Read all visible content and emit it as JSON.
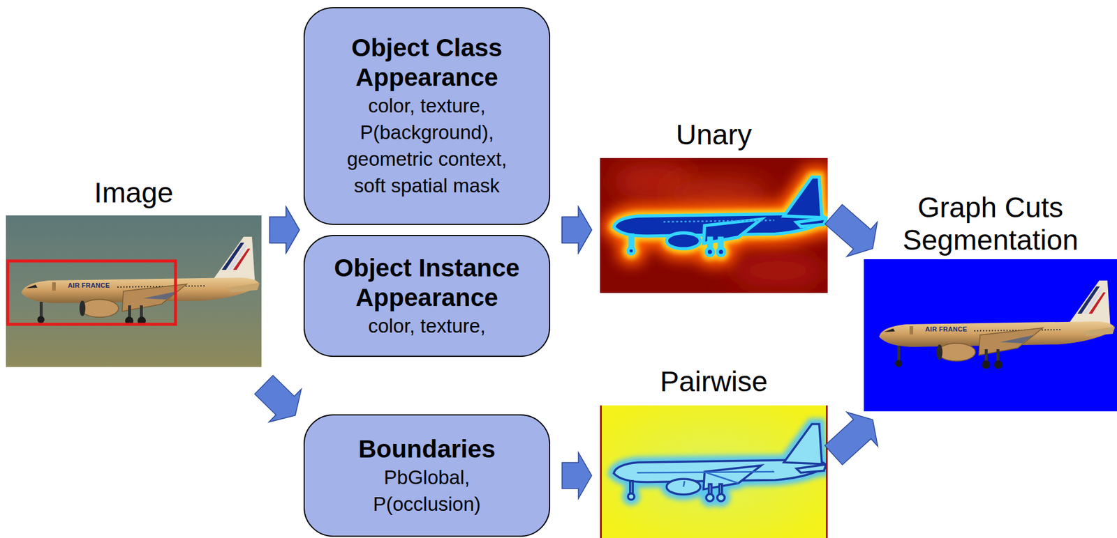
{
  "diagram": {
    "nodes": [
      {
        "text": [
          "Image"
        ]
      },
      {
        "text": [
          "Object Class Appearance",
          "color, texture, P(background), geometric context, soft spatial mask"
        ]
      },
      {
        "text": [
          "Object Instance Appearance",
          "color, texture,"
        ]
      },
      {
        "text": [
          "Boundaries",
          "PbGlobal, P(occlusion)"
        ]
      },
      {
        "text": [
          "Unary"
        ]
      },
      {
        "text": [
          "Pairwise"
        ]
      },
      {
        "text": [
          "Graph Cuts Segmentation"
        ]
      }
    ],
    "edges": [
      {
        "from": 0,
        "to": 1,
        "arrow": "to"
      },
      {
        "from": 0,
        "to": 2,
        "arrow": "to"
      },
      {
        "from": 0,
        "to": 3,
        "arrow": "to"
      },
      {
        "from": 1,
        "to": 4,
        "arrow": "to"
      },
      {
        "from": 2,
        "to": 4,
        "arrow": "to"
      },
      {
        "from": 3,
        "to": 5,
        "arrow": "to"
      },
      {
        "from": 4,
        "to": 6,
        "arrow": "to"
      },
      {
        "from": 5,
        "to": 6,
        "arrow": "to"
      }
    ],
    "labels": [
      "AIR FRANCE",
      "AIR FRANCE"
    ]
  }
}
